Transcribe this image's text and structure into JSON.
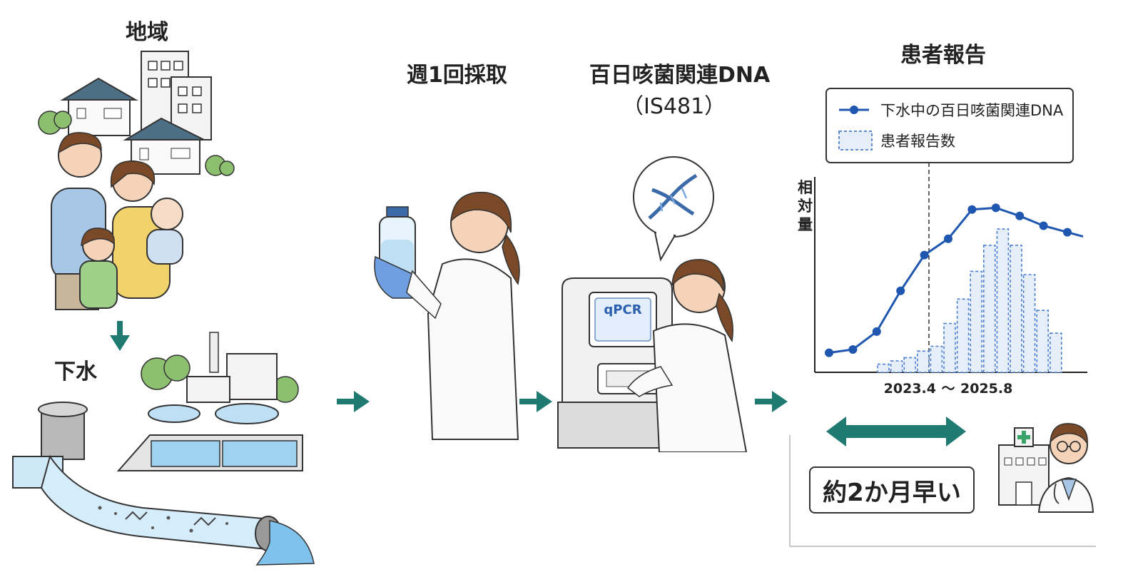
{
  "labels": {
    "community": "地域",
    "sewage": "下水",
    "weekly_sampling": "週1回採取",
    "dna_line1": "百日咳菌関連DNA",
    "dna_line2": "（IS481）",
    "patient_reports": "患者報告",
    "machine_screen": "qPCR",
    "earlier": "約2か月早い"
  },
  "colors": {
    "arrow": "#1f7a72",
    "line_series": "#1f56b0",
    "bar_series": "#4a7fd0"
  },
  "chart_data": {
    "type": "line+bar",
    "ylabel": "相対量",
    "x_range_label": {
      "start": "2023.4",
      "separator": "～",
      "end": "2025.8"
    },
    "legend": {
      "position": "top",
      "entries": [
        {
          "name": "下水中の百日咳菌関連DNA",
          "kind": "line"
        },
        {
          "name": "患者報告数",
          "kind": "bar"
        }
      ]
    },
    "line_values": [
      0.12,
      0.14,
      0.25,
      0.5,
      0.72,
      0.82,
      1.0,
      1.01,
      0.96,
      0.9,
      0.86
    ],
    "bar_values": [
      0.05,
      0.07,
      0.09,
      0.13,
      0.16,
      0.3,
      0.45,
      0.62,
      0.78,
      0.88,
      0.78,
      0.6,
      0.38,
      0.24
    ],
    "ylim": [
      0,
      1.2
    ]
  }
}
